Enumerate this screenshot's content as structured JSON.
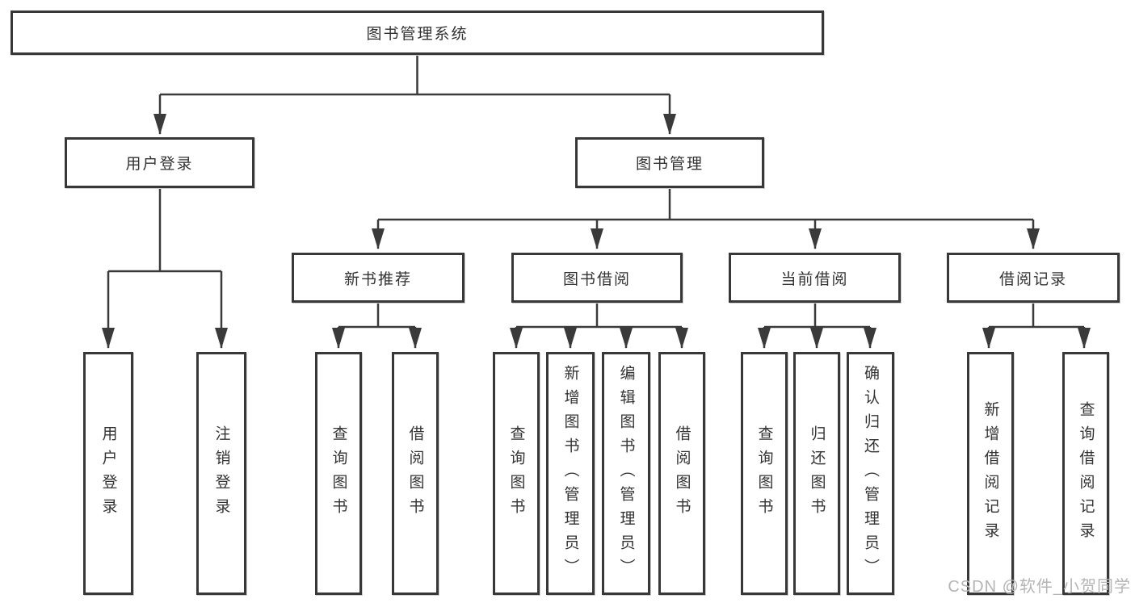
{
  "colors": {
    "line": "#3a3a3a",
    "box_border": "#383838",
    "text": "#333333",
    "background": "#ffffff",
    "watermark": "#b4b4b4"
  },
  "watermark": "CSDN @软件_小贺同学",
  "tree": {
    "root": {
      "label": "图书管理系统",
      "children": [
        {
          "label": "用户登录",
          "children": [
            {
              "label": "用户登录"
            },
            {
              "label": "注销登录"
            }
          ]
        },
        {
          "label": "图书管理",
          "children": [
            {
              "label": "新书推荐",
              "children": [
                {
                  "label": "查询图书"
                },
                {
                  "label": "借阅图书"
                }
              ]
            },
            {
              "label": "图书借阅",
              "children": [
                {
                  "label": "查询图书"
                },
                {
                  "label": "新增图书（管理员）"
                },
                {
                  "label": "编辑图书（管理员）"
                },
                {
                  "label": "借阅图书"
                }
              ]
            },
            {
              "label": "当前借阅",
              "children": [
                {
                  "label": "查询图书"
                },
                {
                  "label": "归还图书"
                },
                {
                  "label": "确认归还（管理员）"
                }
              ]
            },
            {
              "label": "借阅记录",
              "children": [
                {
                  "label": "新增借阅记录"
                },
                {
                  "label": "查询借阅记录"
                }
              ]
            }
          ]
        }
      ]
    }
  }
}
